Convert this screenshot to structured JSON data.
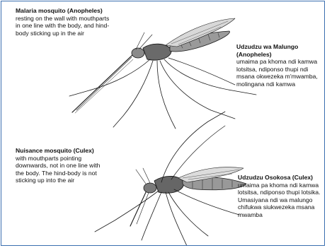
{
  "panels": [
    {
      "title": "Malaria mosquito (Anopheles)",
      "body": "resting on the wall with mouthparts in one line with the body, and hind-body sticking up in the air"
    },
    {
      "title": "Udzudzu wa Malungo (Anopheles)",
      "body": "umaima pa khoma ndi kamwa lotsitsa, ndiponso thupi ndi msana okwezeka m'mwamba, molingana ndi kamwa"
    },
    {
      "title": "Nuisance mosquito (Culex)",
      "body": "with mouthparts pointing downwards, not in one line with the body. The hind-body is not sticking up into the air"
    },
    {
      "title": "Udzudzu Osokosa (Culex)",
      "body": "umaima pa khoma ndi kamwa lotsitsa, ndiponso thupi lotsika. Umasiyana ndi wa malungo chifukwa siukwezeka msana mwamba"
    }
  ],
  "colors": {
    "border": "#3b6fb0",
    "ink": "#1a1a1a"
  },
  "illustrations": [
    "anopheles-mosquito-drawing",
    "culex-mosquito-drawing"
  ]
}
